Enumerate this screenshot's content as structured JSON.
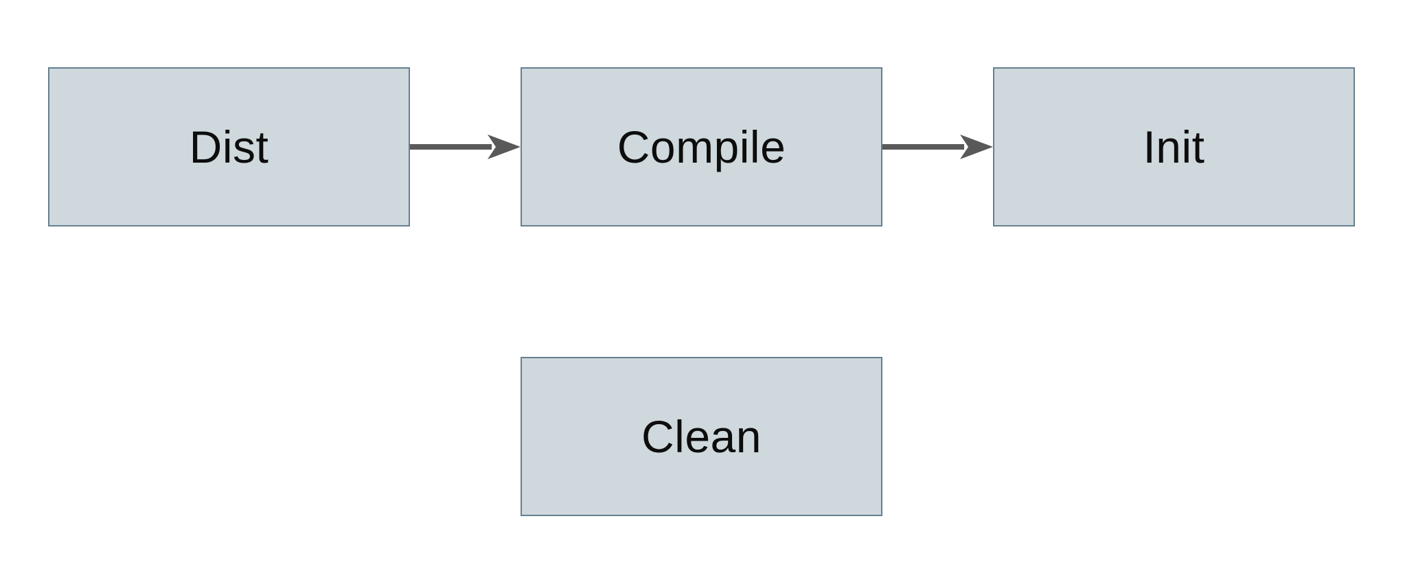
{
  "diagram": {
    "type": "flowchart",
    "background_color": "#ffffff",
    "node_fill_color": "#cfd8dc",
    "node_border_color": "#64808f",
    "arrow_color": "#595959",
    "text_color": "#0d0d0d",
    "nodes": [
      {
        "id": "dist",
        "label": "Dist"
      },
      {
        "id": "compile",
        "label": "Compile"
      },
      {
        "id": "init",
        "label": "Init"
      },
      {
        "id": "clean",
        "label": "Clean"
      }
    ],
    "edges": [
      {
        "from": "Dist",
        "to": "Compile",
        "style": "arrow-right"
      },
      {
        "from": "Compile",
        "to": "Init",
        "style": "arrow-right"
      }
    ]
  }
}
